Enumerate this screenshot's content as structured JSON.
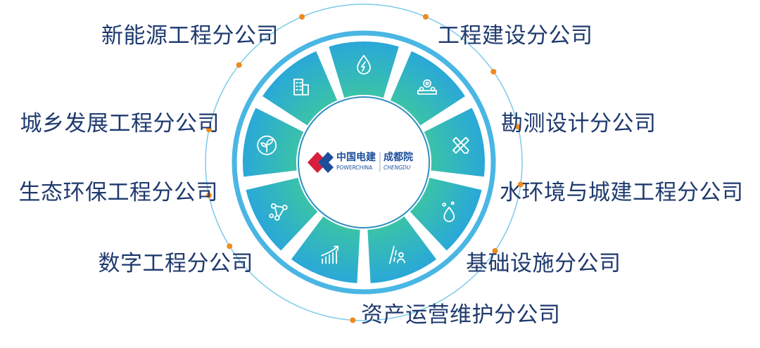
{
  "center_logo": {
    "brand_cn": "中国电建",
    "brand_en": "POWERCHINA",
    "unit_cn": "成都院",
    "unit_en": "CHENGDU"
  },
  "colors": {
    "ring_outer": "#49b6e4",
    "segment_outer": "#2eaed8",
    "segment_inner": "#38c2a4",
    "label_text": "#1f3a6e",
    "dot": "#f08a1c",
    "thin_ring": "#7ccbe9",
    "logo_red": "#d81e3a",
    "logo_blue": "#1c4f9c"
  },
  "segments": [
    {
      "icon": "water-energy-icon"
    },
    {
      "icon": "construction-gear-icon"
    },
    {
      "icon": "ruler-pencil-icon"
    },
    {
      "icon": "water-drop-icon"
    },
    {
      "icon": "road-people-icon"
    },
    {
      "icon": "growth-chart-icon"
    },
    {
      "icon": "network-nodes-icon"
    },
    {
      "icon": "sprout-icon"
    },
    {
      "icon": "building-icon"
    }
  ],
  "labels": {
    "new_energy": "新能源工程分公司",
    "engineering": "工程建设分公司",
    "survey": "勘测设计分公司",
    "water_env": "水环境与城建工程分公司",
    "infrastructure": "基础设施分公司",
    "asset_ops": "资产运营维护分公司",
    "digital": "数字工程分公司",
    "eco_env": "生态环保工程分公司",
    "urban_rural": "城乡发展工程分公司"
  }
}
